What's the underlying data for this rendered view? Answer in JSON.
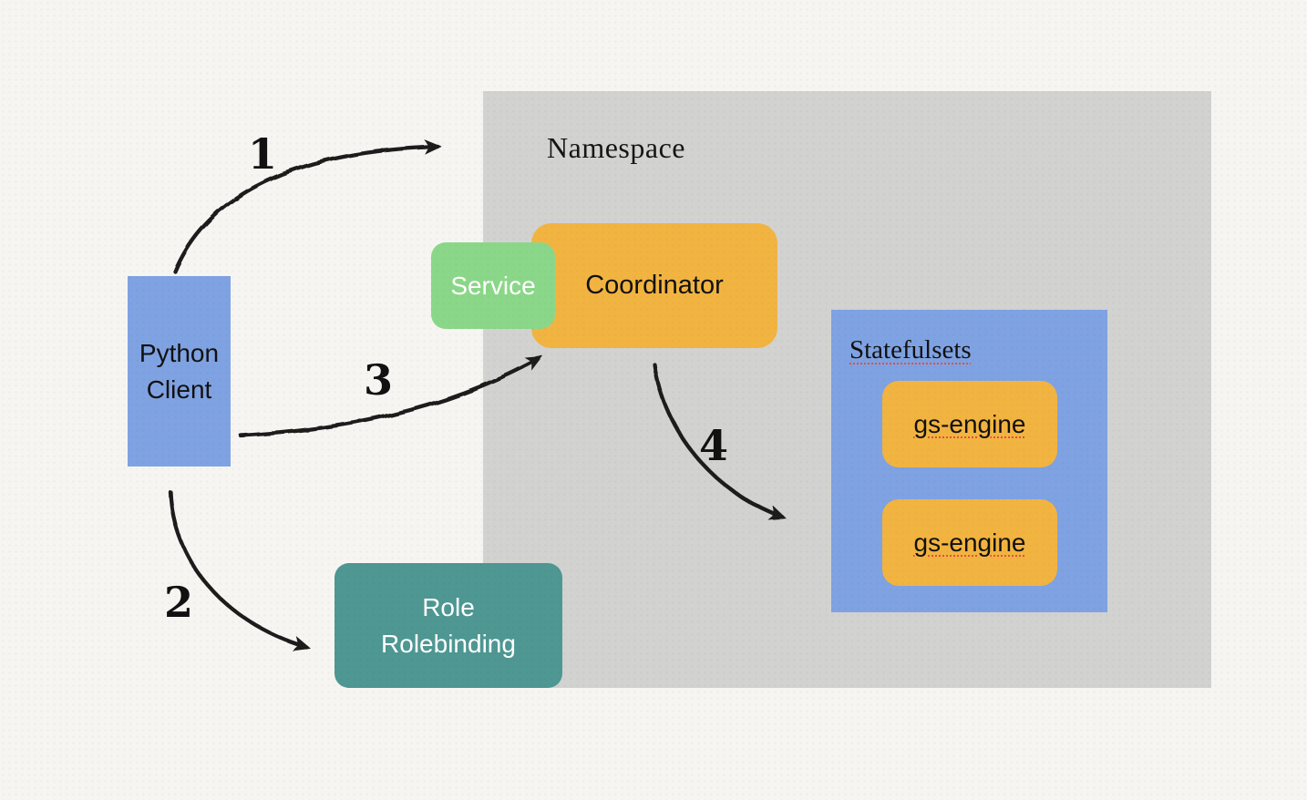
{
  "diagram": {
    "namespace": {
      "label": "Namespace"
    },
    "python_client": {
      "line1": "Python",
      "line2": "Client"
    },
    "service": {
      "label": "Service"
    },
    "coordinator": {
      "label": "Coordinator"
    },
    "statefulsets": {
      "label": "Statefulsets",
      "engines": [
        "gs-engine",
        "gs-engine"
      ]
    },
    "role_rolebinding": {
      "line1": "Role",
      "line2": "Rolebinding"
    },
    "arrows": [
      {
        "label": "1",
        "from": "python-client",
        "to": "namespace"
      },
      {
        "label": "2",
        "from": "python-client",
        "to": "role-rolebinding"
      },
      {
        "label": "3",
        "from": "python-client",
        "to": "coordinator-service"
      },
      {
        "label": "4",
        "from": "coordinator",
        "to": "statefulsets"
      }
    ],
    "colors": {
      "blue": "#7FA2E2",
      "orange": "#F2B441",
      "green": "#8BD789",
      "teal": "#4E9793",
      "gray": "#D2D2D1",
      "background": "#F7F5F2",
      "ink": "#1C1C1C",
      "spellcheck_red": "#E2503C"
    }
  }
}
